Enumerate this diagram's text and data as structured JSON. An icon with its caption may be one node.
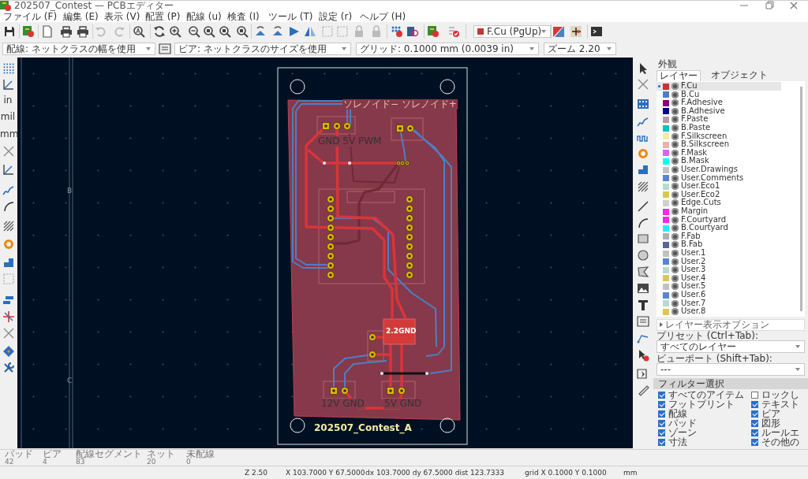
{
  "diagram": {
    "title": "202507_Contest — PCBエディター",
    "labels": [
      "ファイル (F)",
      "編集 (E)",
      "表示 (V)",
      "配置 (P)",
      "配線 (u)",
      "検査 (I)",
      "ツール (T)",
      "設定 (r)",
      "ヘルプ (H)",
      "配線: ネットクラスの幅を使用",
      "ビア: ネットクラスのサイズを使用",
      "グリッド: 0.1000 mm (0.0039 in)",
      "ズーム 2.20",
      "F.Cu (PgUp)",
      "in",
      "mil",
      "mm",
      "B",
      "C",
      "ソレノイド− ソレノイド+",
      "GND 5V PWM",
      "2.2",
      "GND",
      "12V GND",
      "5V GND",
      "202507_Contest_A",
      "外観",
      "レイヤー",
      "オブジェクト",
      "レイヤー表示オプション",
      "プリセット (Ctrl+Tab):",
      "すべてのレイヤー",
      "ビューポート (Shift+Tab):",
      "---",
      "フィルター選択",
      "すべてのアイテム",
      "ロックし",
      "フットプリント",
      "テキスト",
      "配線",
      "ビア",
      "パッド",
      "図形",
      "ゾーン",
      "ルールエ",
      "寸法",
      "その他の",
      "パッド",
      "42",
      "ビア",
      "4",
      "配線セグメント",
      "83",
      "ネット",
      "20",
      "未配線",
      "0",
      "Z 2.50",
      "X 103.7000  Y 67.5000",
      "dx 103.7000  dy 67.5000  dist 123.7333",
      "grid X 0.1000  Y 0.1000",
      "mm"
    ],
    "legend": [
      {
        "text": "F.Cu",
        "color": "#c83434"
      },
      {
        "text": "B.Cu",
        "color": "#4d7fc4"
      },
      {
        "text": "F.Adhesive",
        "color": "#84007c"
      },
      {
        "text": "B.Adhesive",
        "color": "#000084"
      },
      {
        "text": "F.Paste",
        "color": "#b49c9c"
      },
      {
        "text": "B.Paste",
        "color": "#00c2c2"
      },
      {
        "text": "F.Silkscreen",
        "color": "#f2eda1"
      },
      {
        "text": "B.Silkscreen",
        "color": "#e8b2a7"
      },
      {
        "text": "F.Mask",
        "color": "#d864ff"
      },
      {
        "text": "B.Mask",
        "color": "#02ffee"
      },
      {
        "text": "User.Drawings",
        "color": "#c2c2c2"
      },
      {
        "text": "User.Comments",
        "color": "#5984d2"
      },
      {
        "text": "User.Eco1",
        "color": "#b5dbd2"
      },
      {
        "text": "User.Eco2",
        "color": "#d8c852"
      },
      {
        "text": "Edge.Cuts",
        "color": "#d0d2cd"
      },
      {
        "text": "Margin",
        "color": "#ff26e2"
      },
      {
        "text": "F.Courtyard",
        "color": "#ff26e2"
      },
      {
        "text": "B.Courtyard",
        "color": "#26e9ff"
      },
      {
        "text": "F.Fab",
        "color": "#afafaf"
      },
      {
        "text": "B.Fab",
        "color": "#58659b"
      },
      {
        "text": "User.1",
        "color": "#c2c2c2"
      },
      {
        "text": "User.2",
        "color": "#5984d2"
      },
      {
        "text": "User.3",
        "color": "#b5dbd2"
      },
      {
        "text": "User.4",
        "color": "#d8c852"
      },
      {
        "text": "User.5",
        "color": "#c2c2c2"
      },
      {
        "text": "User.6",
        "color": "#5984d2"
      },
      {
        "text": "User.7",
        "color": "#b5dbd2"
      },
      {
        "text": "User.8",
        "color": "#d8c852"
      }
    ]
  }
}
